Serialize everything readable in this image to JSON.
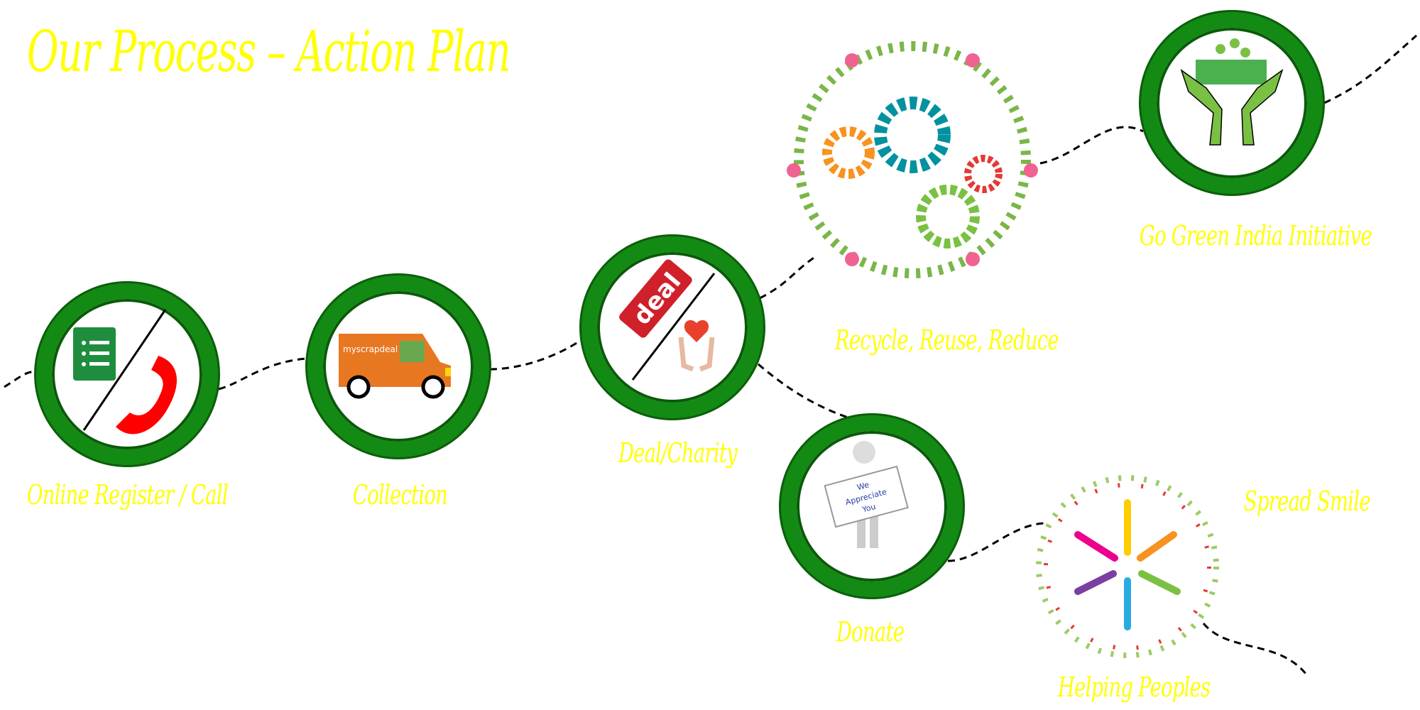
{
  "title": "Our Process  –   Action Plan",
  "steps": [
    {
      "label": "Online Register / Call",
      "icon": "form-phone-icon"
    },
    {
      "label": "Collection",
      "icon": "delivery-van-icon",
      "van_brand": "myscrapdeal"
    },
    {
      "label": "Deal/Charity",
      "icon": "deal-tag-charity-icon",
      "tag_text": "deal"
    },
    {
      "label": "Recycle, Reuse, Reduce",
      "icon": "gears-wreath-icon"
    },
    {
      "label": "Go Green India Initiative",
      "icon": "green-city-hands-icon"
    },
    {
      "label": "Donate",
      "icon": "figure-sign-icon",
      "sign_text": [
        "We",
        "Appreciate",
        "You"
      ]
    },
    {
      "label": "Spread Smile",
      "icon": "none"
    },
    {
      "label": "Helping Peoples",
      "icon": "hands-wreath-icon"
    }
  ],
  "colors": {
    "label": "#ffff00",
    "ring": "#138a13",
    "path": "#000000"
  }
}
